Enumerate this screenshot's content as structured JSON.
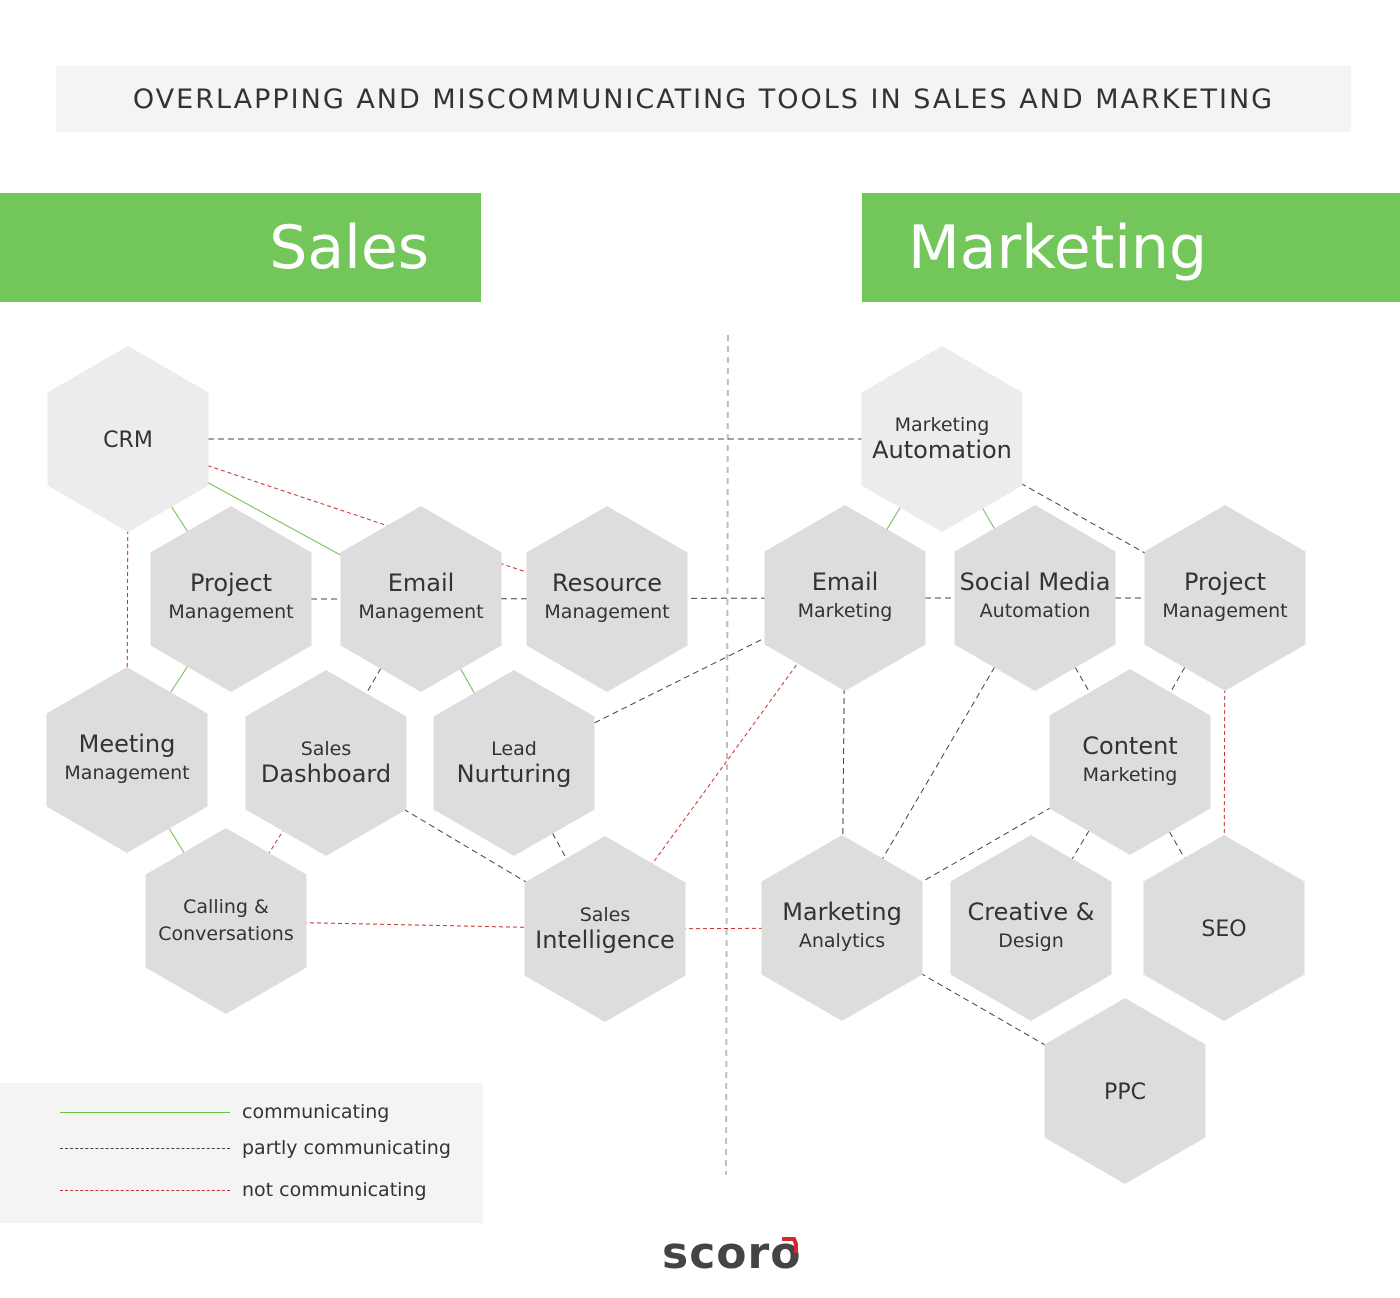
{
  "title": "OVERLAPPING AND MISCOMMUNICATING TOOLS IN SALES AND MARKETING",
  "sections": {
    "sales": "Sales",
    "marketing": "Marketing"
  },
  "colors": {
    "banner": "#72c65a",
    "communicating": "#6cc04a",
    "partly": "#444444",
    "not": "#c9302c",
    "hex_light": "#ececec",
    "hex_dark": "#dddddd"
  },
  "nodes": [
    {
      "id": "crm",
      "lines": [
        "CRM"
      ],
      "big": 0
    },
    {
      "id": "pm-s",
      "lines": [
        "Project",
        "Management"
      ],
      "big": 0
    },
    {
      "id": "email-mgmt",
      "lines": [
        "Email",
        "Management"
      ],
      "big": 0
    },
    {
      "id": "resource",
      "lines": [
        "Resource",
        "Management"
      ],
      "big": 0
    },
    {
      "id": "meeting",
      "lines": [
        "Meeting",
        "Management"
      ],
      "big": 0
    },
    {
      "id": "dashboard",
      "lines": [
        "Sales",
        "Dashboard"
      ],
      "big": 1
    },
    {
      "id": "nurturing",
      "lines": [
        "Lead",
        "Nurturing"
      ],
      "big": 1
    },
    {
      "id": "calling",
      "lines": [
        "Calling &",
        "Conversations"
      ],
      "big": -1
    },
    {
      "id": "intel",
      "lines": [
        "Sales",
        "Intelligence"
      ],
      "big": 1
    },
    {
      "id": "automation",
      "lines": [
        "Marketing",
        "Automation"
      ],
      "big": 1
    },
    {
      "id": "email-mkt",
      "lines": [
        "Email",
        "Marketing"
      ],
      "big": 0
    },
    {
      "id": "social",
      "lines": [
        "Social Media",
        "Automation"
      ],
      "big": 0
    },
    {
      "id": "pm-m",
      "lines": [
        "Project",
        "Management"
      ],
      "big": 0
    },
    {
      "id": "content",
      "lines": [
        "Content",
        "Marketing"
      ],
      "big": 0
    },
    {
      "id": "analytics",
      "lines": [
        "Marketing",
        "Analytics"
      ],
      "big": 0
    },
    {
      "id": "creative",
      "lines": [
        "Creative &",
        "Design"
      ],
      "big": 0
    },
    {
      "id": "seo",
      "lines": [
        "SEO"
      ],
      "big": 0
    },
    {
      "id": "ppc",
      "lines": [
        "PPC"
      ],
      "big": 0
    }
  ],
  "connections": [
    {
      "from": "crm",
      "to": "pm-s",
      "type": "communicating"
    },
    {
      "from": "crm",
      "to": "email-mgmt",
      "type": "communicating"
    },
    {
      "from": "crm",
      "to": "automation",
      "type": "partly"
    },
    {
      "from": "crm",
      "to": "resource",
      "type": "not"
    },
    {
      "from": "crm",
      "to": "meeting",
      "type": "not"
    },
    {
      "from": "pm-s",
      "to": "email-mgmt",
      "type": "partly"
    },
    {
      "from": "pm-s",
      "to": "meeting",
      "type": "communicating"
    },
    {
      "from": "email-mgmt",
      "to": "email-mkt",
      "type": "partly"
    },
    {
      "from": "email-mgmt",
      "to": "dashboard",
      "type": "partly"
    },
    {
      "from": "email-mgmt",
      "to": "nurturing",
      "type": "communicating"
    },
    {
      "from": "meeting",
      "to": "calling",
      "type": "communicating"
    },
    {
      "from": "dashboard",
      "to": "calling",
      "type": "not"
    },
    {
      "from": "dashboard",
      "to": "intel",
      "type": "partly"
    },
    {
      "from": "nurturing",
      "to": "intel",
      "type": "partly"
    },
    {
      "from": "nurturing",
      "to": "email-mkt",
      "type": "partly"
    },
    {
      "from": "calling",
      "to": "intel",
      "type": "not"
    },
    {
      "from": "intel",
      "to": "analytics",
      "type": "not"
    },
    {
      "from": "intel",
      "to": "email-mkt",
      "type": "not"
    },
    {
      "from": "automation",
      "to": "email-mkt",
      "type": "communicating"
    },
    {
      "from": "automation",
      "to": "social",
      "type": "communicating"
    },
    {
      "from": "automation",
      "to": "pm-m",
      "type": "partly"
    },
    {
      "from": "email-mkt",
      "to": "social",
      "type": "partly"
    },
    {
      "from": "email-mkt",
      "to": "analytics",
      "type": "partly"
    },
    {
      "from": "social",
      "to": "pm-m",
      "type": "partly"
    },
    {
      "from": "social",
      "to": "content",
      "type": "partly"
    },
    {
      "from": "social",
      "to": "analytics",
      "type": "partly"
    },
    {
      "from": "pm-m",
      "to": "content",
      "type": "partly"
    },
    {
      "from": "pm-m",
      "to": "seo",
      "type": "not"
    },
    {
      "from": "content",
      "to": "analytics",
      "type": "partly"
    },
    {
      "from": "content",
      "to": "creative",
      "type": "partly"
    },
    {
      "from": "content",
      "to": "seo",
      "type": "partly"
    },
    {
      "from": "analytics",
      "to": "ppc",
      "type": "partly"
    }
  ],
  "legend": [
    {
      "type": "communicating",
      "label": "communicating"
    },
    {
      "type": "partly",
      "label": "partly communicating"
    },
    {
      "type": "not",
      "label": "not communicating"
    }
  ],
  "logo": "scoro"
}
